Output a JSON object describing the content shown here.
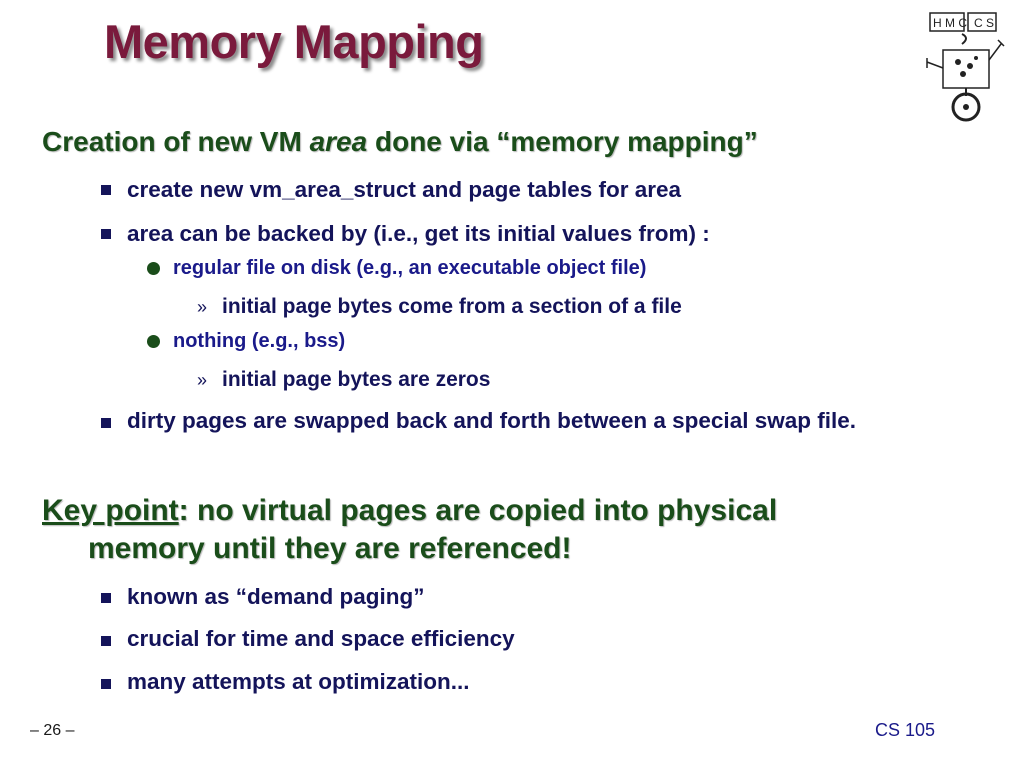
{
  "slide": {
    "title": "Memory Mapping",
    "heading1": {
      "pre": "Creation of new VM ",
      "emph": "area",
      "post": " done via “memory mapping”"
    },
    "bullets1": [
      "create new vm_area_struct and page tables for area",
      "area can be backed by (i.e., get its initial values from) :"
    ],
    "sub1": "regular file on disk (e.g., an executable object file)",
    "sub1_detail": "initial page bytes come from a section of a file",
    "sub2": "nothing (e.g., bss)",
    "sub2_detail": "initial page bytes are zeros",
    "bullet_dirty": "dirty pages are swapped back and forth between a special swap file.",
    "keypoint": {
      "label": "Key point",
      "line1": ": no virtual pages are copied into physical",
      "line2": "memory until they are referenced!"
    },
    "bullets2": [
      "known as “demand paging”",
      "crucial for time and space efficiency",
      "many attempts at optimization..."
    ],
    "page_number": "– 26 –",
    "course": "CS 105",
    "logo_text": "HMC CS"
  },
  "icons": {
    "raquo": "»",
    "logo": "hmc-cs-robot-logo-icon"
  },
  "colors": {
    "title": "#7a1a3c",
    "heading": "#1a4d1a",
    "bullet_text": "#14145a",
    "sub_text": "#1a1a8a"
  }
}
